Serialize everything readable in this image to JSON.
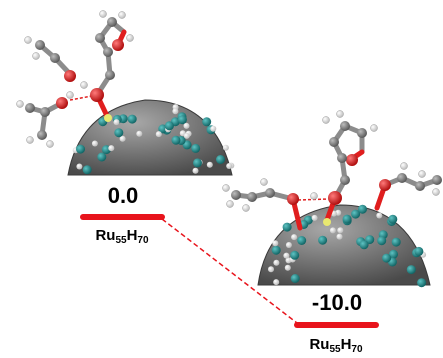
{
  "states": [
    {
      "energy": "0.0",
      "cluster": {
        "base": "Ru",
        "sub1": "55",
        "mid": "H",
        "sub2": "70"
      }
    },
    {
      "energy": "-10.0",
      "cluster": {
        "base": "Ru",
        "sub1": "55",
        "mid": "H",
        "sub2": "70"
      }
    }
  ],
  "colors": {
    "level": "#e8141c",
    "ruthenium": "#1f8a8a",
    "core": "#7a7a7a",
    "carbon": "#8c8c8c",
    "oxygen": "#e01e1e",
    "hydrogen": "#f2f2f2",
    "text": "#000000"
  },
  "icons": [
    "cluster-model-initial",
    "cluster-model-final",
    "adsorbate-molecule"
  ]
}
